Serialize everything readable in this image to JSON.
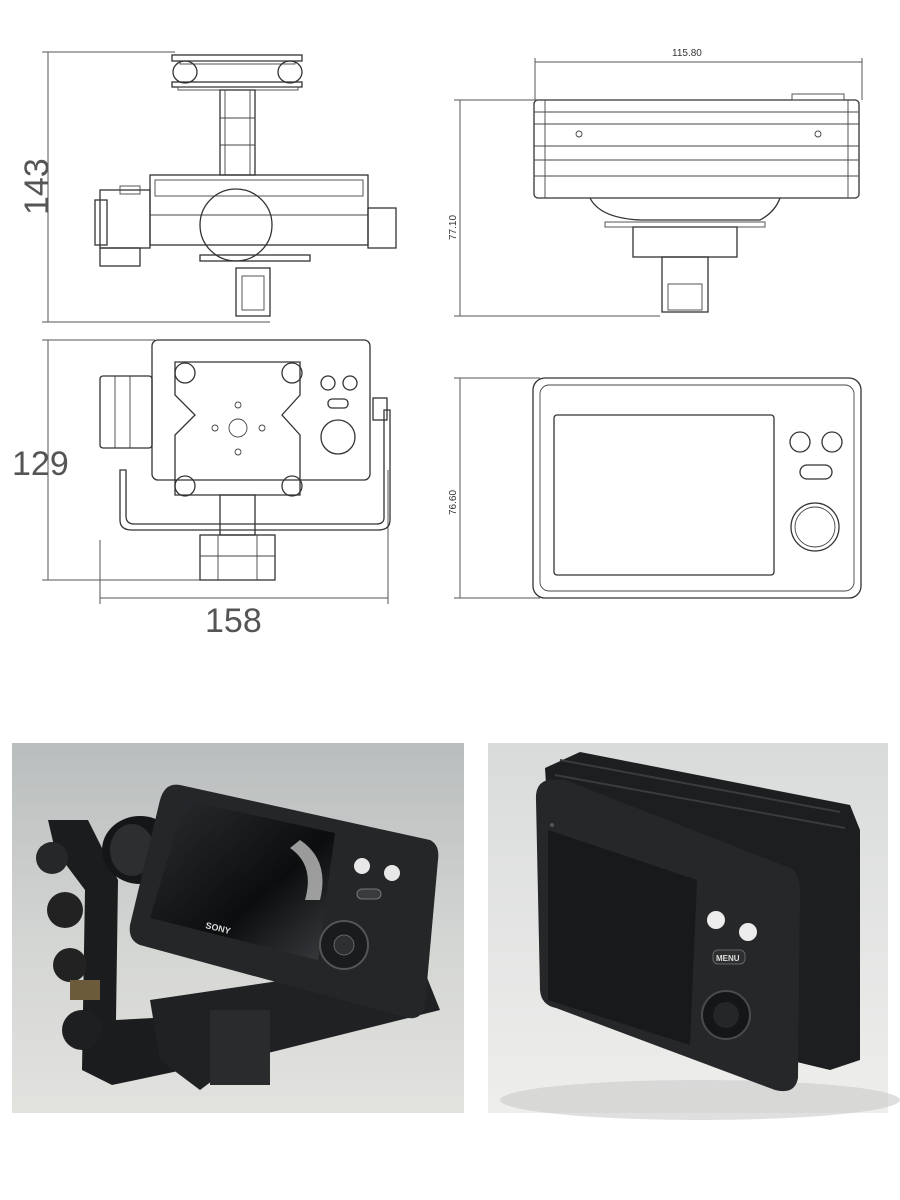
{
  "drawings": {
    "side_view": {
      "height_dim": "143"
    },
    "front_view": {
      "height_dim": "129",
      "width_dim": "158"
    },
    "top_view": {
      "width_dim": "115.80",
      "height_dim": "77.10"
    },
    "screen_view": {
      "height_dim": "76.60"
    }
  },
  "photos": {
    "left": {
      "brand": "SONY"
    },
    "right": {
      "button": "MENU"
    }
  }
}
